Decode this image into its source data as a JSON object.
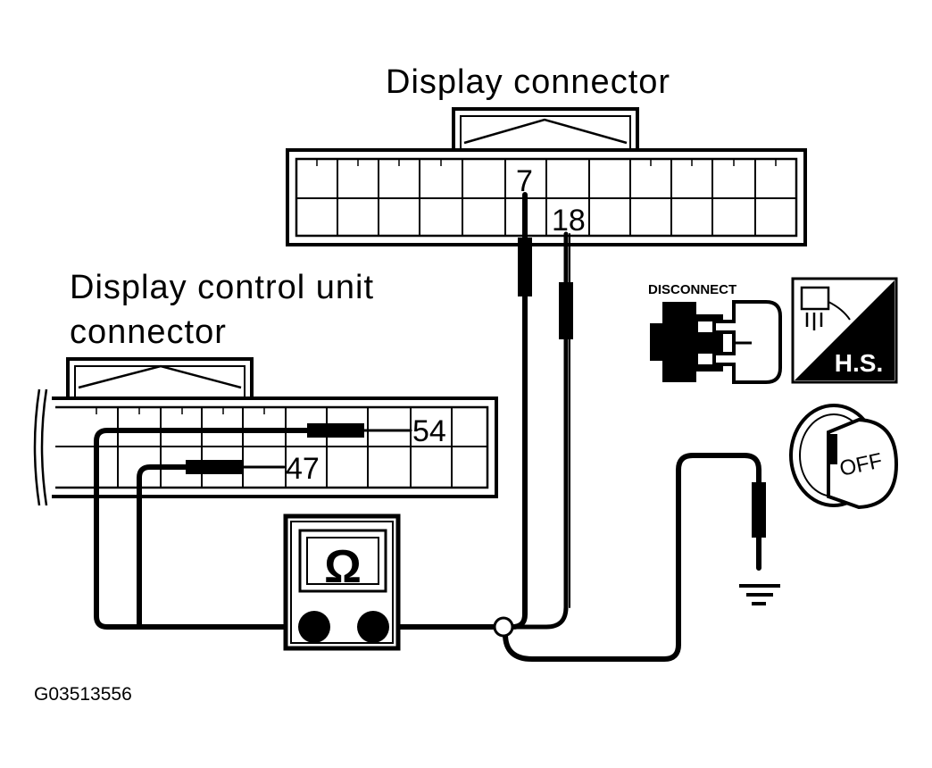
{
  "labels": {
    "display_connector": "Display connector",
    "display_control_unit_line1": "Display control unit",
    "display_control_unit_line2": "connector",
    "figure_id": "G03513556"
  },
  "pins": {
    "display_pin_a": "7",
    "display_pin_b": "18",
    "control_pin_a": "54",
    "control_pin_b": "47"
  },
  "meter": {
    "symbol": "Ω",
    "icon": "ohmmeter-icon"
  },
  "icons": {
    "disconnect_label": "DISCONNECT",
    "harness_label": "H.S.",
    "ignition_label": "OFF",
    "ground": "ground-icon"
  }
}
